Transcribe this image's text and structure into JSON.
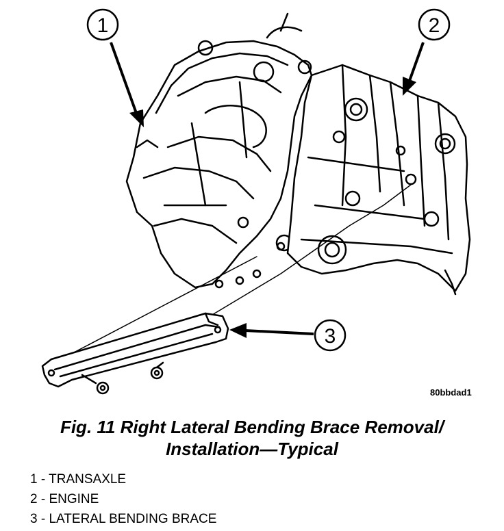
{
  "callouts": [
    "1",
    "2",
    "3"
  ],
  "figure_code": "80bbdad1",
  "caption": {
    "line1": "Fig. 11 Right Lateral Bending Brace Removal/",
    "line2": "Installation—Typical"
  },
  "legend": [
    {
      "num": "1",
      "label": "TRANSAXLE"
    },
    {
      "num": "2",
      "label": "ENGINE"
    },
    {
      "num": "3",
      "label": "LATERAL BENDING BRACE"
    }
  ]
}
